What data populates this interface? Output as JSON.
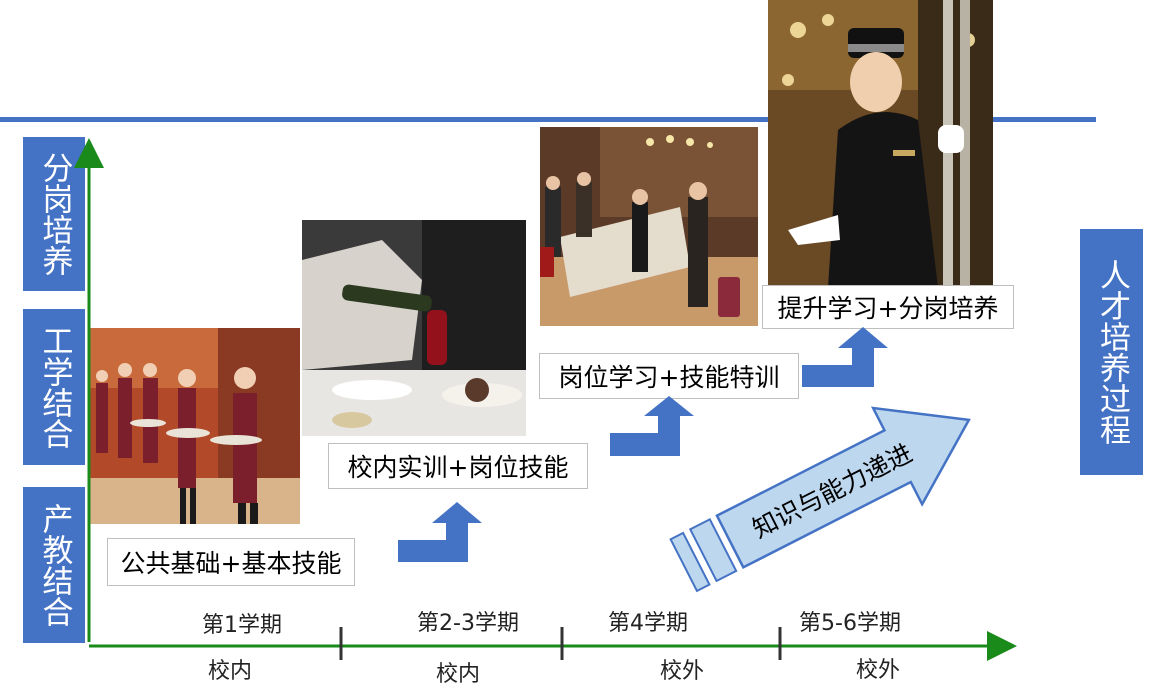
{
  "left_labels": [
    "分岗培养",
    "工学结合",
    "产教结合"
  ],
  "right_label": "人才培养过程",
  "stages": [
    {
      "label": "公共基础+基本技能",
      "semester": "第1学期",
      "location": "校内"
    },
    {
      "label": "校内实训+岗位技能",
      "semester": "第2-3学期",
      "location": "校内"
    },
    {
      "label": "岗位学习+技能特训",
      "semester": "第4学期",
      "location": "校外"
    },
    {
      "label": "提升学习+分岗培养",
      "semester": "第5-6学期",
      "location": "校外"
    }
  ],
  "progress_arrow": "知识与能力递进",
  "colors": {
    "accent": "#4472c4",
    "axis": "#1a8a1a",
    "arrow_fill": "#bdd7ee"
  }
}
